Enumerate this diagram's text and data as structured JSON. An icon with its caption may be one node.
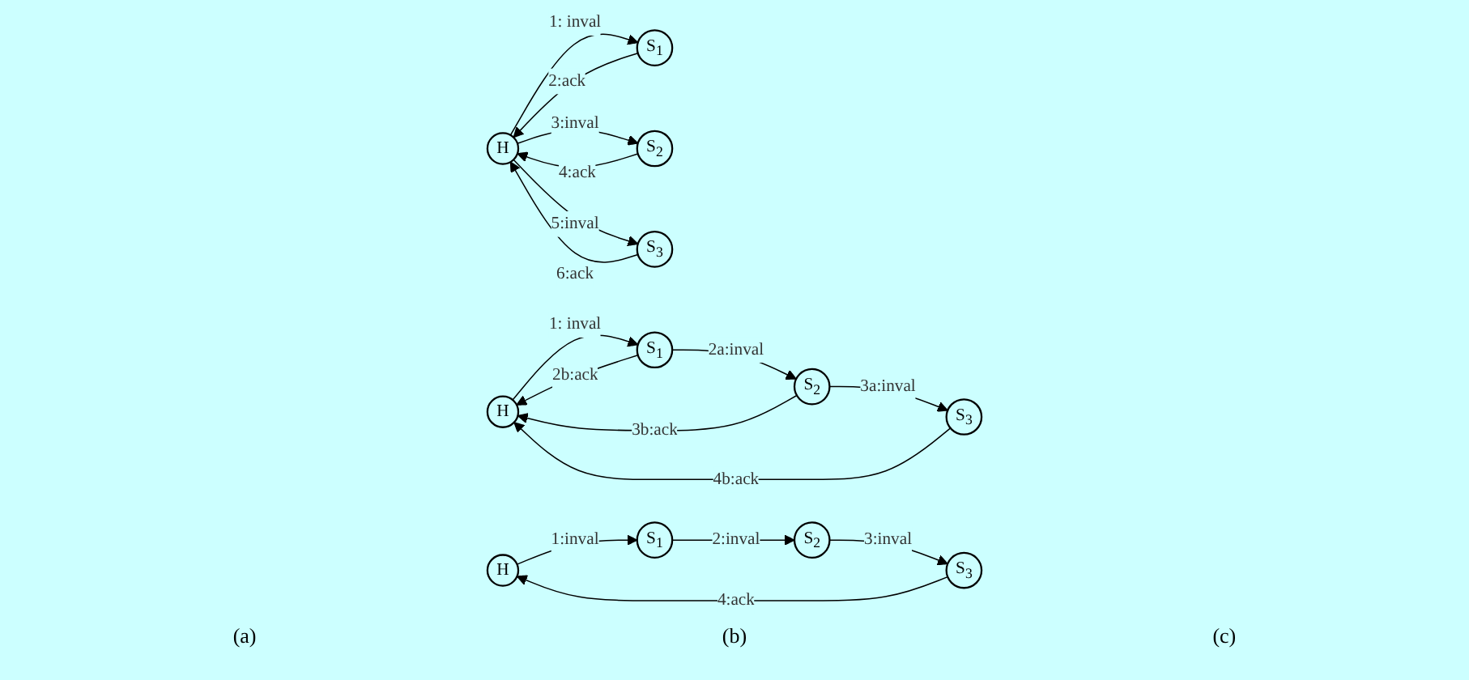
{
  "diagram": {
    "nodes": [
      {
        "text": [
          "H"
        ]
      },
      {
        "text": [
          "S$_{1}$"
        ]
      },
      {
        "text": [
          "S$_{2}$"
        ]
      },
      {
        "text": [
          "S$_{3}$"
        ]
      },
      {
        "text": [
          "H"
        ]
      },
      {
        "text": [
          "S$_{1}$"
        ]
      },
      {
        "text": [
          "S$_{2}$"
        ]
      },
      {
        "text": [
          "S$_{3}$"
        ]
      },
      {
        "text": [
          "H"
        ]
      },
      {
        "text": [
          "S$_{1}$"
        ]
      },
      {
        "text": [
          "S$_{2}$"
        ]
      },
      {
        "text": [
          "S$_{3}$"
        ]
      }
    ],
    "edges": [
      {
        "from": 0,
        "to": 1,
        "arrow": "to",
        "label": "1: inval"
      },
      {
        "from": 1,
        "to": 0,
        "arrow": "to",
        "label": "2:ack"
      },
      {
        "from": 0,
        "to": 2,
        "arrow": "to",
        "label": "3:inval"
      },
      {
        "from": 2,
        "to": 0,
        "arrow": "to",
        "label": "4:ack"
      },
      {
        "from": 0,
        "to": 3,
        "arrow": "to",
        "label": "5:inval"
      },
      {
        "from": 3,
        "to": 0,
        "arrow": "to",
        "label": "6:ack"
      },
      {
        "from": 4,
        "to": 5,
        "arrow": "to",
        "label": "1: inval"
      },
      {
        "from": 5,
        "to": 6,
        "arrow": "to",
        "label": "2a:inval"
      },
      {
        "from": 6,
        "to": 7,
        "arrow": "to",
        "label": "3a:inval"
      },
      {
        "from": 5,
        "to": 4,
        "arrow": "to",
        "label": "2b:ack"
      },
      {
        "from": 6,
        "to": 4,
        "arrow": "to",
        "label": "3b:ack"
      },
      {
        "from": 7,
        "to": 4,
        "arrow": "to",
        "label": "4b:ack"
      },
      {
        "from": 8,
        "to": 9,
        "arrow": "to",
        "label": "1:inval"
      },
      {
        "from": 9,
        "to": 10,
        "arrow": "to",
        "label": "2:inval"
      },
      {
        "from": 10,
        "to": 11,
        "arrow": "to",
        "label": "3:inval"
      },
      {
        "from": 11,
        "to": 8,
        "arrow": "to",
        "label": "4:ack"
      }
    ],
    "labels": [
      "(a)",
      "(b)",
      "(c)"
    ]
  }
}
